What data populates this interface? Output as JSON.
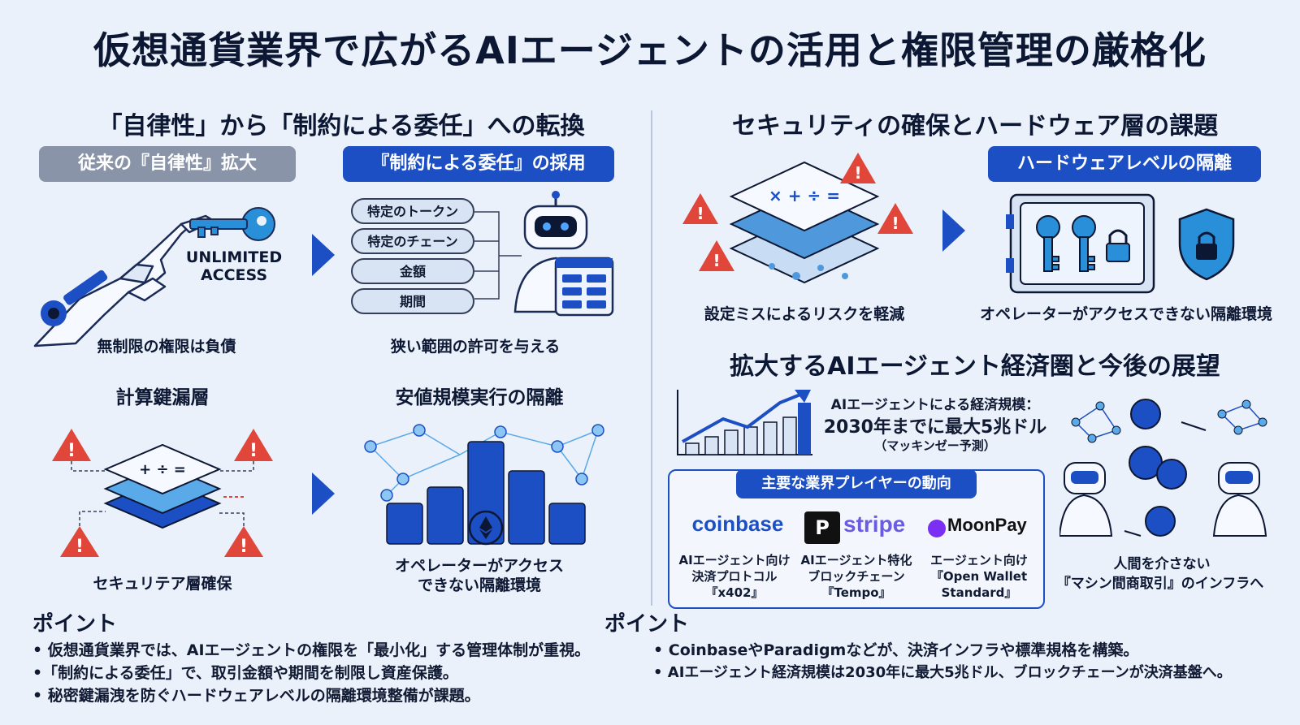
{
  "title": "仮想通貨業界で広がるAIエージェントの活用と権限管理の厳格化",
  "left": {
    "heading": "「自律性」から「制約による委任」への転換",
    "old_label": "従来の『自律性』拡大",
    "new_label": "『制約による委任』の採用",
    "unlimited_text": "UNLIMITED ACCESS",
    "tags": [
      "特定のトークン",
      "特定のチェーン",
      "金額",
      "期間"
    ],
    "cap_old": "無制限の権限は負債",
    "cap_new": "狭い範囲の許可を与える",
    "sub_left": "計算鍵漏層",
    "sub_right": "安値規模実行の隔離",
    "cap_layers": "セキュリテア層確保",
    "cap_coins_1": "オペレーターがアクセス",
    "cap_coins_2": "できない隔離環境"
  },
  "right": {
    "heading": "セキュリティの確保とハードウェア層の課題",
    "hw_label": "ハードウェアレベルの隔離",
    "cap_risk": "設定ミスによるリスクを軽減",
    "cap_hw": "オペレーターがアクセスできない隔離環境",
    "eco_heading": "拡大するAIエージェント経済圏と今後の展望",
    "scale_1": "AIエージェントによる経済規模：",
    "scale_2": "2030年までに最大5兆ドル",
    "scale_3": "（マッキンゼー予測）",
    "players_label": "主要な業界プレイヤーの動向",
    "players": [
      {
        "name": "coinbase",
        "line1": "AIエージェント向け",
        "line2": "決済プロトコル",
        "line3": "『x402』"
      },
      {
        "name": "stripe",
        "line1": "AIエージェント特化",
        "line2": "ブロックチェーン",
        "line3": "『Tempo』"
      },
      {
        "name": "MoonPay",
        "line1": "エージェント向け",
        "line2": "『Open Wallet",
        "line3": "Standard』"
      }
    ],
    "machine_1": "人間を介さない",
    "machine_2": "『マシン間商取引』のインフラへ"
  },
  "points": {
    "heading": "ポイント",
    "left": [
      "• 仮想通貨業界では、AIエージェントの権限を「最小化」する管理体制が重視。",
      "•「制約による委任」で、取引金額や期間を制限し資産保護。",
      "• 秘密鍵漏洩を防ぐハードウェアレベルの隔離環境整備が課題。"
    ],
    "right": [
      "• CoinbaseやParadigmなどが、決済インフラや標準規格を構築。",
      "• AIエージェント経済規模は2030年に最大5兆ドル、ブロックチェーンが決済基盤へ。"
    ]
  },
  "colors": {
    "accent": "#1d4fc4",
    "warn": "#e0463a",
    "dark": "#0c1733",
    "gray": "#8a94a8"
  },
  "icons": [
    "robot-hand-icon",
    "key-icon",
    "robot-icon",
    "warning-icon",
    "layers-icon",
    "coins-icon",
    "safe-icon",
    "shield-lock-icon",
    "bar-chart-icon",
    "network-icon"
  ]
}
